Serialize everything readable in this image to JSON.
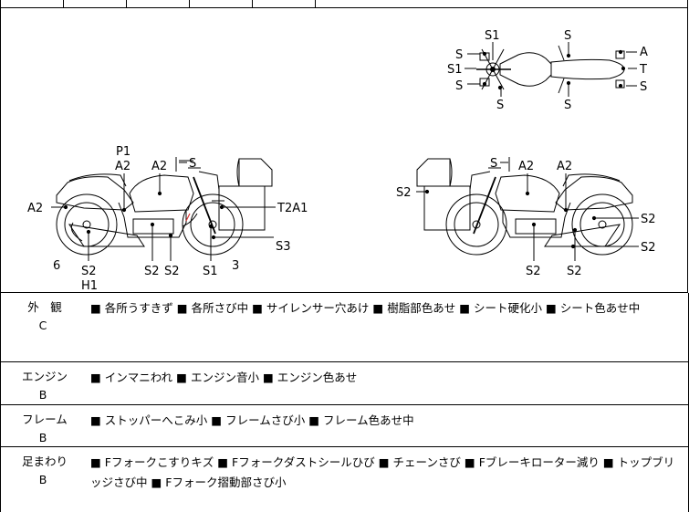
{
  "diagram": {
    "top_view": {
      "labels": [
        "S1",
        "S",
        "S",
        "S1",
        "S",
        "S",
        "S",
        "A",
        "T",
        "S"
      ]
    },
    "left_side": {
      "labels": [
        "P1",
        "A2",
        "A2",
        "S",
        "A2",
        "T2A1",
        "S3",
        "3",
        "6",
        "S2",
        "H1",
        "S2",
        "S2",
        "S1"
      ]
    },
    "right_side": {
      "labels": [
        "S",
        "A2",
        "A2",
        "S2",
        "S2",
        "S2",
        "S2",
        "S2"
      ]
    }
  },
  "conditions": [
    {
      "name": "外　観",
      "grade": "C",
      "items": [
        "各所うすきず",
        "各所さび中",
        "サイレンサー穴あけ",
        "樹脂部色あせ",
        "シート硬化小",
        "シート色あせ中"
      ]
    },
    {
      "name": "エンジン",
      "grade": "B",
      "items": [
        "インマニわれ",
        "エンジン音小",
        "エンジン色あせ"
      ]
    },
    {
      "name": "フレーム",
      "grade": "B",
      "items": [
        "ストッパーへこみ小",
        "フレームさび小",
        "フレーム色あせ中"
      ]
    },
    {
      "name": "足まわり",
      "grade": "B",
      "items": [
        "Fフォークこすりキズ",
        "Fフォークダストシールひび",
        "チェーンさび",
        "Fブレーキローター減り",
        "トップブリッジさび中",
        "Fフォーク摺動部さび小"
      ]
    }
  ]
}
